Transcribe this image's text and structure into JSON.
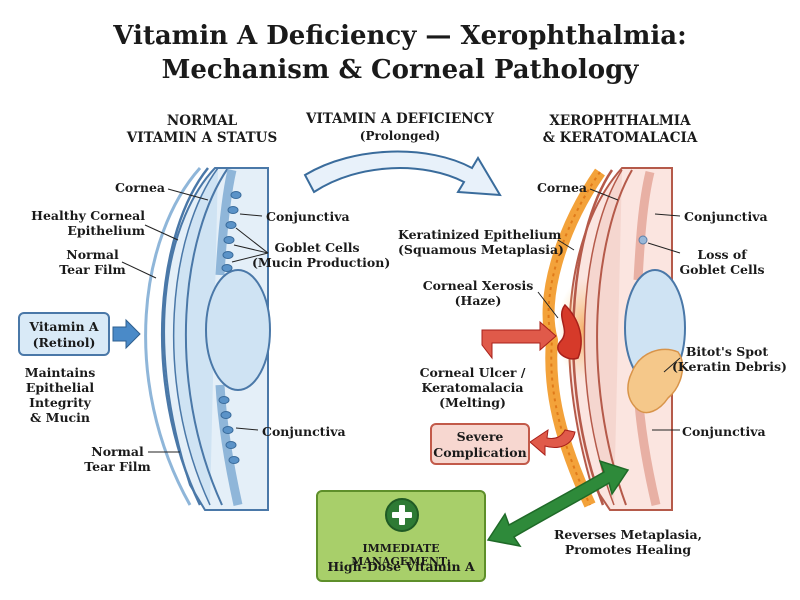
{
  "title": {
    "line1": "Vitamin A Deficiency — Xerophthalmia:",
    "line2": "Mechanism & Corneal Pathology"
  },
  "left_panel": {
    "header_line1": "NORMAL",
    "header_line2": "VITAMIN A STATUS",
    "labels": {
      "cornea": "Cornea",
      "healthy_epithelium_1": "Healthy Corneal",
      "healthy_epithelium_2": "Epithelium",
      "tear_film_top_1": "Normal",
      "tear_film_top_2": "Tear Film",
      "conjunctiva_top": "Conjunctiva",
      "goblet_1": "Goblet Cells",
      "goblet_2": "(Mucin Production)",
      "conjunctiva_bottom": "Conjunctiva",
      "tear_film_bottom_1": "Normal",
      "tear_film_bottom_2": "Tear Film",
      "maintains_1": "Maintains",
      "maintains_2": "Epithelial",
      "maintains_3": "Integrity",
      "maintains_4": "& Mucin"
    },
    "vitamin_box_line1": "Vitamin A",
    "vitamin_box_line2": "(Retinol)"
  },
  "middle": {
    "arrow_line1": "VITAMIN A DEFICIENCY",
    "arrow_line2": "(Prolonged)"
  },
  "right_panel": {
    "header_line1": "XEROPHTHALMIA",
    "header_line2": "& KERATOMALACIA",
    "labels": {
      "cornea": "Cornea",
      "conjunctiva_top": "Conjunctiva",
      "keratinized_1": "Keratinized Epithelium",
      "keratinized_2": "(Squamous Metaplasia)",
      "loss_goblet_1": "Loss of",
      "loss_goblet_2": "Goblet Cells",
      "xerosis_1": "Corneal Xerosis",
      "xerosis_2": "(Haze)",
      "bitot_1": "Bitot's Spot",
      "bitot_2": "(Keratin Debris)",
      "ulcer_1": "Corneal Ulcer /",
      "ulcer_2": "Keratomalacia",
      "ulcer_3": "(Melting)",
      "conjunctiva_bottom": "Conjunctiva"
    },
    "severe_box_line1": "Severe",
    "severe_box_line2": "Complication"
  },
  "management": {
    "line1": "IMMEDIATE MANAGEMENT:",
    "line2": "High-Dose Vitamin A",
    "icon": "medical-cross-icon",
    "reverses_1": "Reverses Metaplasia,",
    "reverses_2": "Promotes Healing"
  },
  "colors": {
    "blue_outline": "#4a78a8",
    "blue_fill": "#cfe3f3",
    "pink_fill": "#f5d6cf",
    "pink_outline": "#b55a4a",
    "keratin_orange": "#f3a23a",
    "ulcer_red": "#d63a2a",
    "green_box": "#a8cf6a",
    "green_arrow": "#2e8a3a",
    "severe_box": "#f7d7d0"
  }
}
